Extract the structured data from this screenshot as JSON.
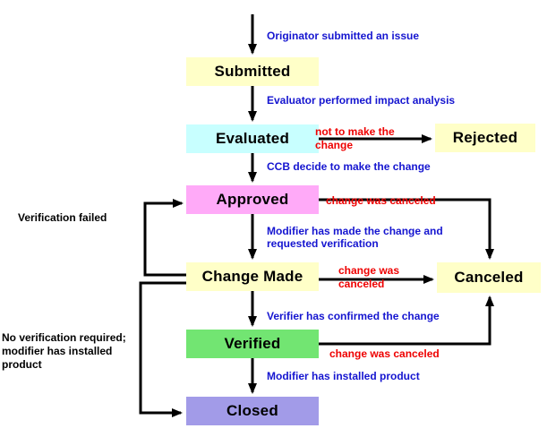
{
  "states": {
    "submitted": "Submitted",
    "evaluated": "Evaluated",
    "rejected": "Rejected",
    "approved": "Approved",
    "change_made": "Change Made",
    "canceled": "Canceled",
    "verified": "Verified",
    "closed": "Closed"
  },
  "transitions": {
    "originator": "Originator submitted an issue",
    "impact_analysis": "Evaluator performed impact analysis",
    "not_to_make": "not to make the\nchange",
    "ccb_decide": "CCB decide to make the change",
    "canceled_from_approved": "change was canceled",
    "modifier_made": "Modifier has made the change and\nrequested verification",
    "canceled_from_change_made": "change was\ncanceled",
    "verifier_confirmed": "Verifier has confirmed the change",
    "canceled_from_verified": "change was canceled",
    "installed": "Modifier has installed product"
  },
  "notes": {
    "verification_failed": "Verification failed",
    "no_verification": "No verification required;\nmodifier has installed\nproduct"
  },
  "colors": {
    "yellow": "#FFFFC8",
    "cyan": "#C8FFFF",
    "pink": "#FFAAF8",
    "green": "#72E572",
    "purple": "#A29BE8",
    "blue_text": "#1515D0",
    "red_text": "#EE0000",
    "line": "#000000"
  }
}
